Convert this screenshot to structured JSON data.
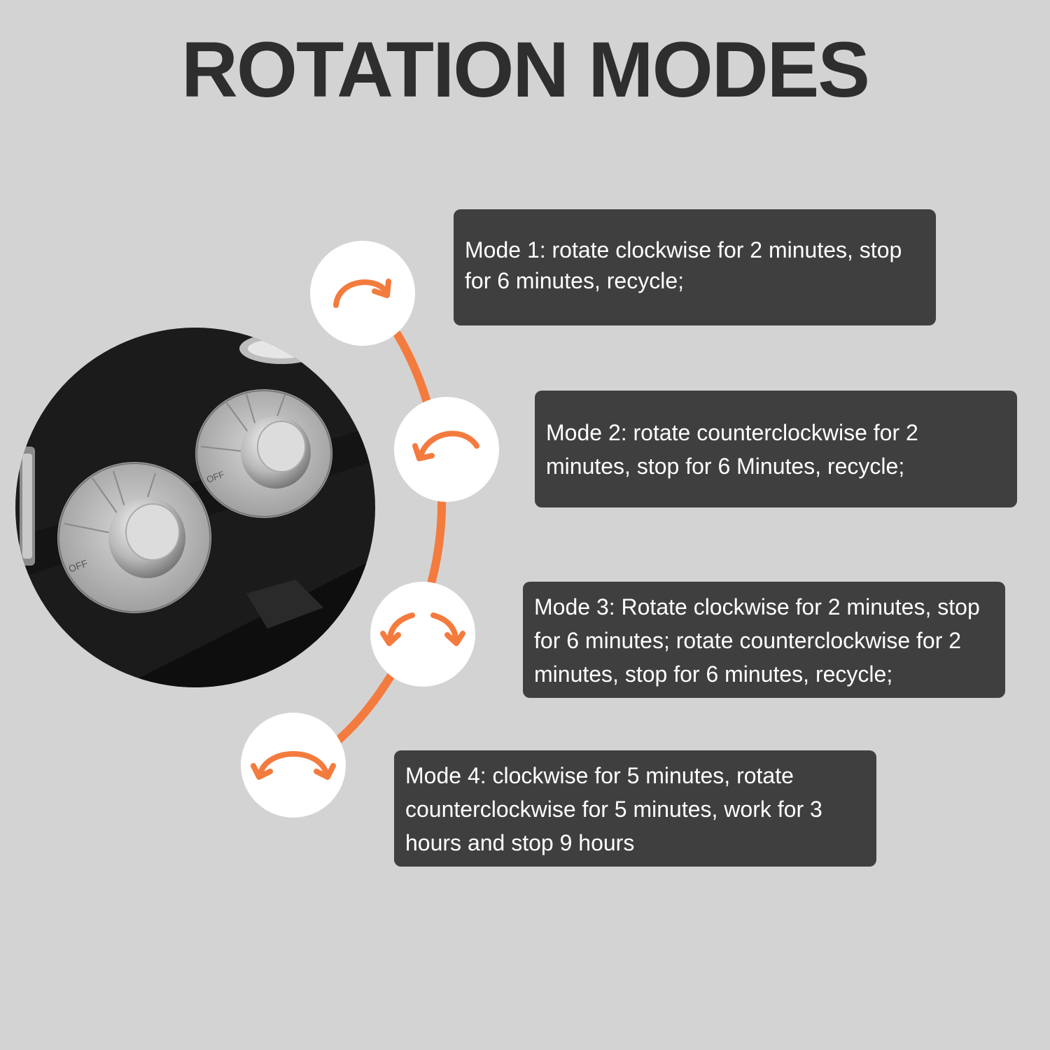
{
  "title": "ROTATION MODES",
  "colors": {
    "accent": "#f47b3e",
    "box": "#3f3f3f",
    "background": "#d3d3d3"
  },
  "photo": {
    "off_label": "OFF"
  },
  "modes": [
    {
      "icon": "clockwise-arrow-icon",
      "text": "Mode 1: rotate clockwise for 2 minutes, stop for 6 minutes, recycle;"
    },
    {
      "icon": "counterclockwise-arrow-icon",
      "text": "Mode 2: rotate counterclockwise for 2 minutes, stop for 6 Minutes, recycle;"
    },
    {
      "icon": "bidirectional-arrows-icon",
      "text": "Mode 3: Rotate clockwise for 2 minutes, stop for 6 minutes; rotate counterclockwise for 2 minutes, stop for 6 minutes, recycle;"
    },
    {
      "icon": "alternating-arrow-icon",
      "text": "Mode 4: clockwise for 5 minutes, rotate counterclockwise for 5 minutes, work for 3 hours and stop 9 hours"
    }
  ]
}
